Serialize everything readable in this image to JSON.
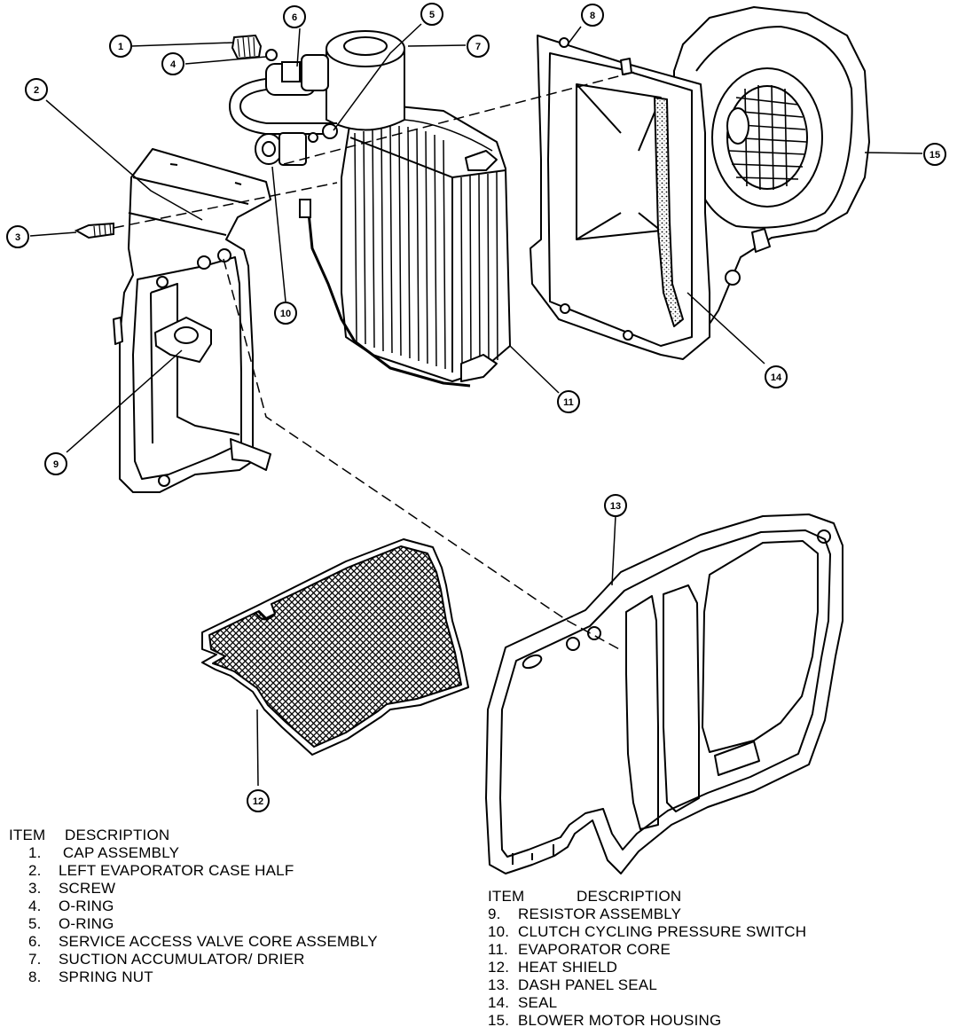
{
  "callouts": [
    {
      "num": "1"
    },
    {
      "num": "2"
    },
    {
      "num": "3"
    },
    {
      "num": "4"
    },
    {
      "num": "5"
    },
    {
      "num": "6"
    },
    {
      "num": "7"
    },
    {
      "num": "8"
    },
    {
      "num": "9"
    },
    {
      "num": "10"
    },
    {
      "num": "11"
    },
    {
      "num": "12"
    },
    {
      "num": "13"
    },
    {
      "num": "14"
    },
    {
      "num": "15"
    }
  ],
  "legend_left": {
    "header_item": "ITEM",
    "header_desc": "DESCRIPTION",
    "items": [
      {
        "num": "1.",
        "desc": " CAP ASSEMBLY"
      },
      {
        "num": "2.",
        "desc": "LEFT EVAPORATOR CASE HALF"
      },
      {
        "num": "3.",
        "desc": "SCREW"
      },
      {
        "num": "4.",
        "desc": "O-RING"
      },
      {
        "num": "5.",
        "desc": "O-RING"
      },
      {
        "num": "6.",
        "desc": "SERVICE ACCESS VALVE CORE ASSEMBLY"
      },
      {
        "num": "7.",
        "desc": "SUCTION ACCUMULATOR/ DRIER"
      },
      {
        "num": "8.",
        "desc": "SPRING NUT"
      }
    ]
  },
  "legend_right": {
    "header_item": "ITEM",
    "header_desc": "DESCRIPTION",
    "items": [
      {
        "num": "9.",
        "desc": "RESISTOR ASSEMBLY"
      },
      {
        "num": "10.",
        "desc": "CLUTCH CYCLING PRESSURE SWITCH"
      },
      {
        "num": "11.",
        "desc": "EVAPORATOR CORE"
      },
      {
        "num": "12.",
        "desc": "HEAT SHIELD"
      },
      {
        "num": "13.",
        "desc": "DASH PANEL SEAL"
      },
      {
        "num": "14.",
        "desc": "SEAL"
      },
      {
        "num": "15.",
        "desc": "BLOWER MOTOR HOUSING"
      }
    ]
  }
}
